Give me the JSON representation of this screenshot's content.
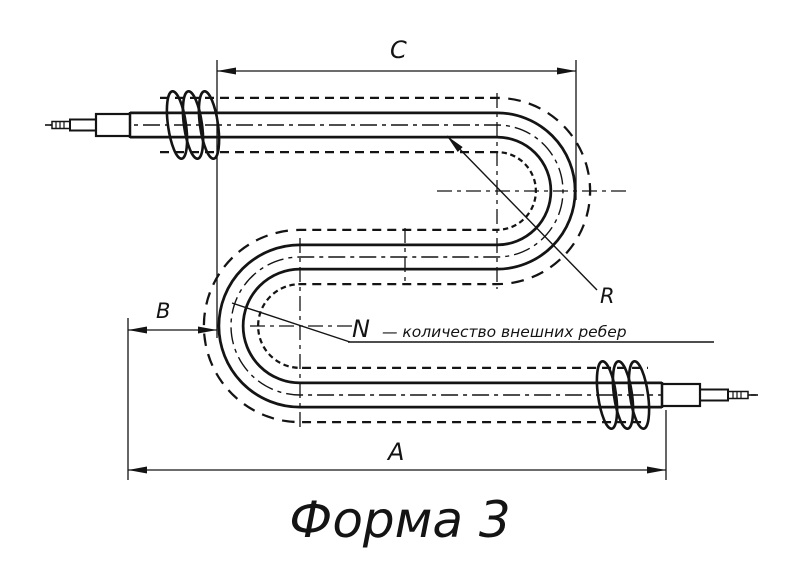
{
  "drawing": {
    "title": "Форма 3",
    "dimensions": {
      "c": "C",
      "a": "A",
      "b": "B",
      "r": "R",
      "n": "N",
      "n_annotation": "— количество внешних ребер"
    }
  },
  "colors": {
    "line": "#141414",
    "background": "#ffffff"
  }
}
